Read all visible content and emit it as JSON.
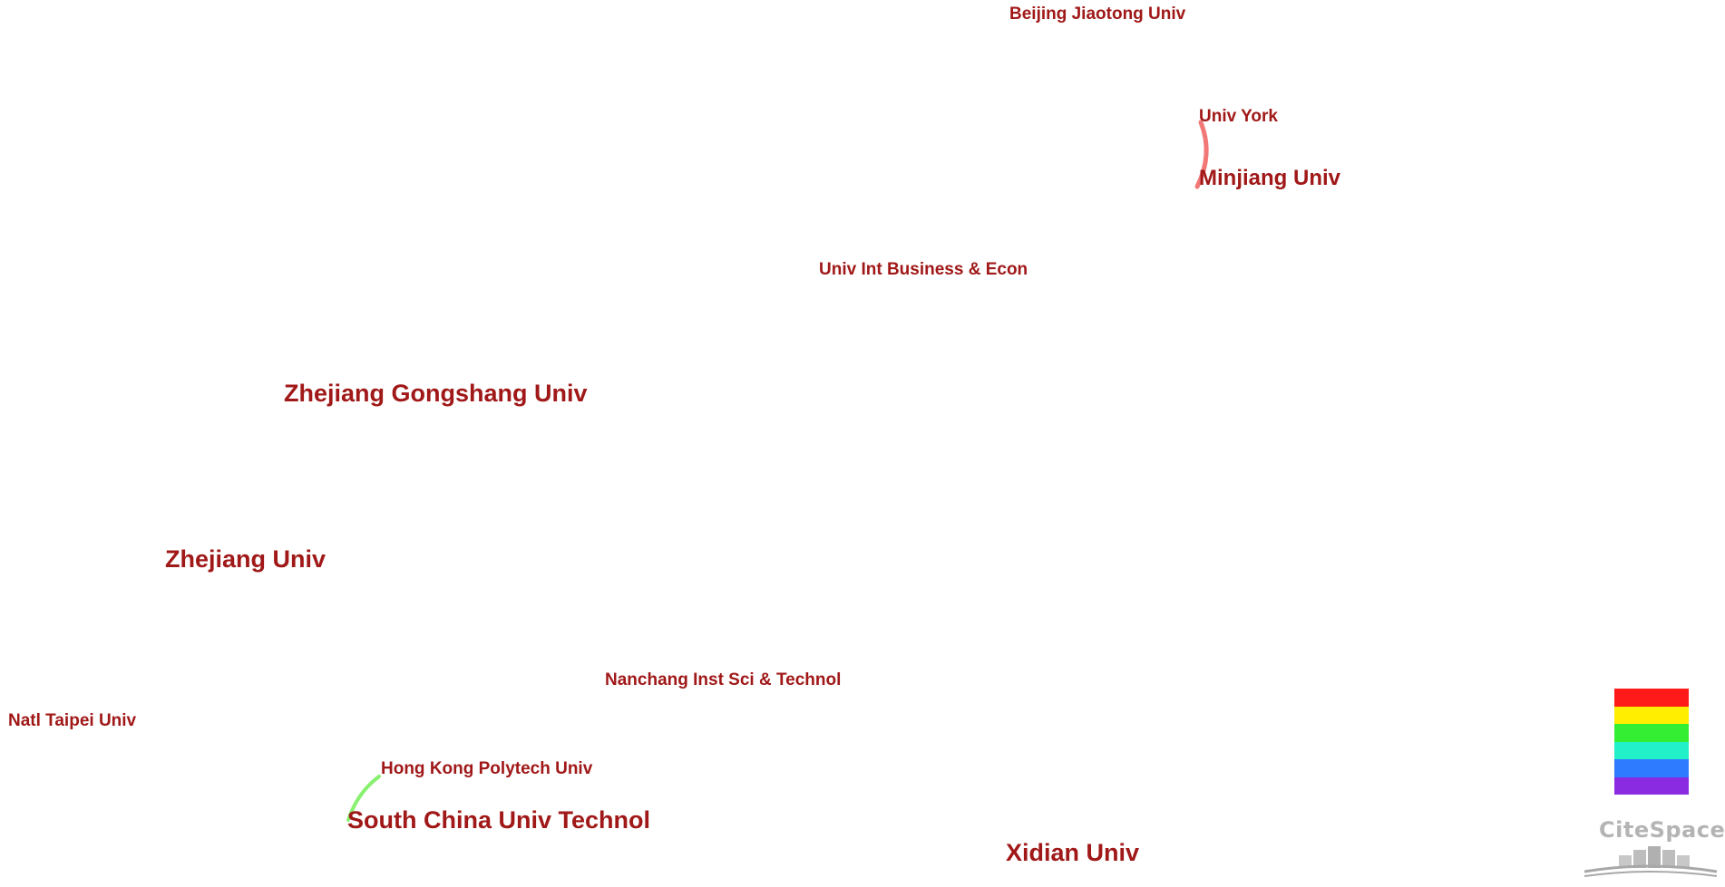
{
  "nodes": [
    {
      "key": "beijing_jiaotong",
      "label": "Beijing Jiaotong Univ"
    },
    {
      "key": "univ_york",
      "label": "Univ York"
    },
    {
      "key": "minjiang",
      "label": "Minjiang Univ"
    },
    {
      "key": "uibe",
      "label": "Univ Int Business & Econ"
    },
    {
      "key": "zhejiang_gongshang",
      "label": "Zhejiang Gongshang Univ"
    },
    {
      "key": "zhejiang",
      "label": "Zhejiang Univ"
    },
    {
      "key": "nanchang",
      "label": "Nanchang Inst Sci & Technol"
    },
    {
      "key": "natl_taipei",
      "label": "Natl Taipei Univ"
    },
    {
      "key": "hk_polytech",
      "label": "Hong Kong Polytech Univ"
    },
    {
      "key": "scut",
      "label": "South China Univ Technol"
    },
    {
      "key": "xidian",
      "label": "Xidian Univ"
    }
  ],
  "links": [
    {
      "from": "Univ York",
      "to": "Minjiang Univ",
      "color": "#f06060"
    },
    {
      "from": "Hong Kong Polytech Univ",
      "to": "South China Univ Technol",
      "color": "#7cf060"
    }
  ],
  "label_color": "#a01818",
  "legend": {
    "colors": [
      "#ff1a1a",
      "#ffee00",
      "#33ee33",
      "#22f0c8",
      "#2e7bff",
      "#8a2be2"
    ]
  },
  "logo": {
    "text": "CiteSpace",
    "color": "#b4b4b4"
  }
}
